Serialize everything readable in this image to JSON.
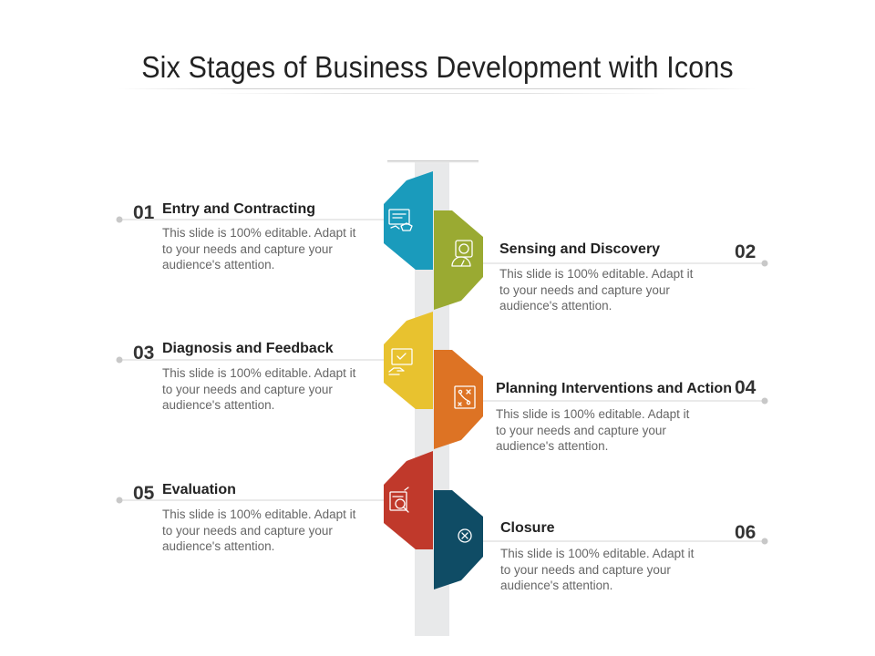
{
  "title": "Six Stages of Business Development with Icons",
  "stages": [
    {
      "number": "01",
      "title": "Entry and Contracting",
      "description": "This slide is 100% editable. Adapt it to your needs and capture your audience's attention.",
      "color": "#1a9bbc",
      "icon": "contract-document-icon"
    },
    {
      "number": "02",
      "title": "Sensing and Discovery",
      "description": "This slide is 100% editable. Adapt it to your needs and capture your audience's attention.",
      "color": "#9aaa32",
      "icon": "discovery-gauge-icon"
    },
    {
      "number": "03",
      "title": "Diagnosis and Feedback",
      "description": "This slide is 100% editable. Adapt it to your needs and capture your audience's attention.",
      "color": "#e8c22f",
      "icon": "feedback-hand-icon"
    },
    {
      "number": "04",
      "title": "Planning Interventions and Action",
      "description": "This slide is 100% editable. Adapt it to your needs and capture your audience's attention.",
      "color": "#dd7324",
      "icon": "strategy-board-icon"
    },
    {
      "number": "05",
      "title": "Evaluation",
      "description": "This slide is 100% editable. Adapt it to your needs and capture your audience's attention.",
      "color": "#c0392b",
      "icon": "evaluation-search-icon"
    },
    {
      "number": "06",
      "title": "Closure",
      "description": "This slide is 100% editable. Adapt it to your needs and capture your audience's attention.",
      "color": "#0f4c65",
      "icon": "close-circle-icon"
    }
  ]
}
